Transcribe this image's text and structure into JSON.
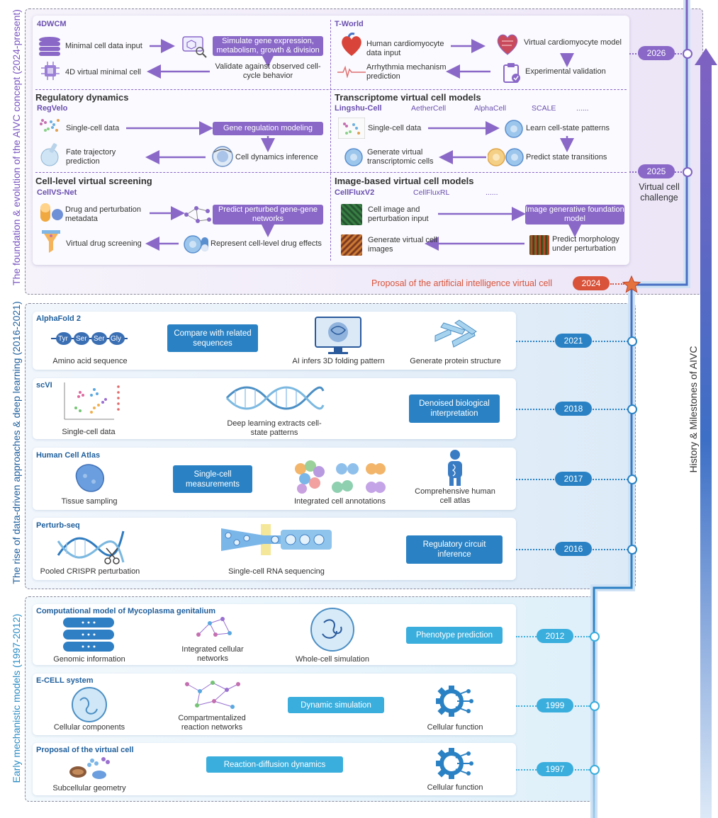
{
  "eras": {
    "aivc": "The foundation & evolution of the AIVC concept (2024-present)",
    "data_driven": "The rise of data-driven approaches & deep learning (2016-2021)",
    "mechanistic": "Early mechanistic models (1997-2012)"
  },
  "timeline": {
    "axis_title": "History & Milestones of AIVC",
    "years": [
      "2026",
      "2025",
      "2024",
      "2021",
      "2018",
      "2017",
      "2016",
      "2012",
      "1999",
      "1997"
    ],
    "challenge_label": "Virtual cell challenge",
    "proposal_label": "Proposal of the artificial intelligence virtual cell"
  },
  "panels": {
    "dwcm": {
      "name": "4DWCM",
      "input": "Minimal cell data input",
      "process": "Simulate gene expression, metabolism, growth & division",
      "validate": "Validate against observed cell-cycle behavior",
      "output": "4D virtual minimal cell"
    },
    "tworld": {
      "name": "T-World",
      "input": "Human cardiomyocyte data input",
      "model": "Virtual cardiomyocyte model",
      "validate": "Experimental validation",
      "output": "Arrhythmia mechanism prediction"
    },
    "regulatory": {
      "title": "Regulatory dynamics",
      "name": "RegVelo",
      "input": "Single-cell data",
      "process": "Gene regulation modeling",
      "inference": "Cell dynamics inference",
      "output": "Fate trajectory prediction"
    },
    "transcriptome": {
      "title": "Transcriptome virtual cell models",
      "names": [
        "Lingshu-Cell",
        "AetherCell",
        "AlphaCell",
        "SCALE",
        "......"
      ],
      "input": "Single-cell data",
      "learn": "Learn cell-state patterns",
      "predict": "Predict state transitions",
      "output": "Generate virtual transcriptomic cells"
    },
    "screening": {
      "title": "Cell-level virtual screening",
      "name": "CellVS-Net",
      "input": "Drug and perturbation metadata",
      "process": "Predict perturbed gene-gene networks",
      "represent": "Represent cell-level drug effects",
      "output": "Virtual drug screening"
    },
    "image_based": {
      "title": "Image-based virtual cell models",
      "names": [
        "CellFluxV2",
        "CellFluxRL",
        "......"
      ],
      "input": "Cell image and perturbation input",
      "model": "Image generative foundation model",
      "predict": "Predict morphology under perturbation",
      "output": "Generate virtual cell images"
    }
  },
  "rows": {
    "alphafold": {
      "name": "AlphaFold 2",
      "residues": [
        "Tyr",
        "Ser",
        "Ser",
        "Gly"
      ],
      "input": "Amino acid sequence",
      "process": "Compare with related sequences",
      "infer": "AI infers 3D folding pattern",
      "output": "Generate protein structure"
    },
    "scvi": {
      "name": "scVI",
      "input": "Single-cell data",
      "process": "Deep learning extracts cell-state patterns",
      "output": "Denoised biological interpretation"
    },
    "hca": {
      "name": "Human Cell Atlas",
      "input": "Tissue sampling",
      "process": "Single-cell measurements",
      "annotations": "Integrated cell annotations",
      "output": "Comprehensive human cell atlas"
    },
    "perturb": {
      "name": "Perturb-seq",
      "input": "Pooled CRISPR perturbation",
      "process": "Single-cell RNA sequencing",
      "output": "Regulatory circuit inference"
    },
    "mycoplasma": {
      "name": "Computational model of Mycoplasma genitalium",
      "input": "Genomic information",
      "networks": "Integrated cellular networks",
      "sim": "Whole-cell simulation",
      "output": "Phenotype prediction"
    },
    "ecell": {
      "name": "E-CELL system",
      "input": "Cellular components",
      "networks": "Compartmentalized reaction networks",
      "process": "Dynamic simulation",
      "output": "Cellular function"
    },
    "virtualcell": {
      "name": "Proposal of the virtual cell",
      "input": "Subcellular geometry",
      "process": "Reaction-diffusion dynamics",
      "output": "Cellular function"
    }
  },
  "colors": {
    "purple": "#8a68c8",
    "blue": "#2a82c4",
    "cyan": "#3aaedd",
    "red": "#d9533a"
  }
}
